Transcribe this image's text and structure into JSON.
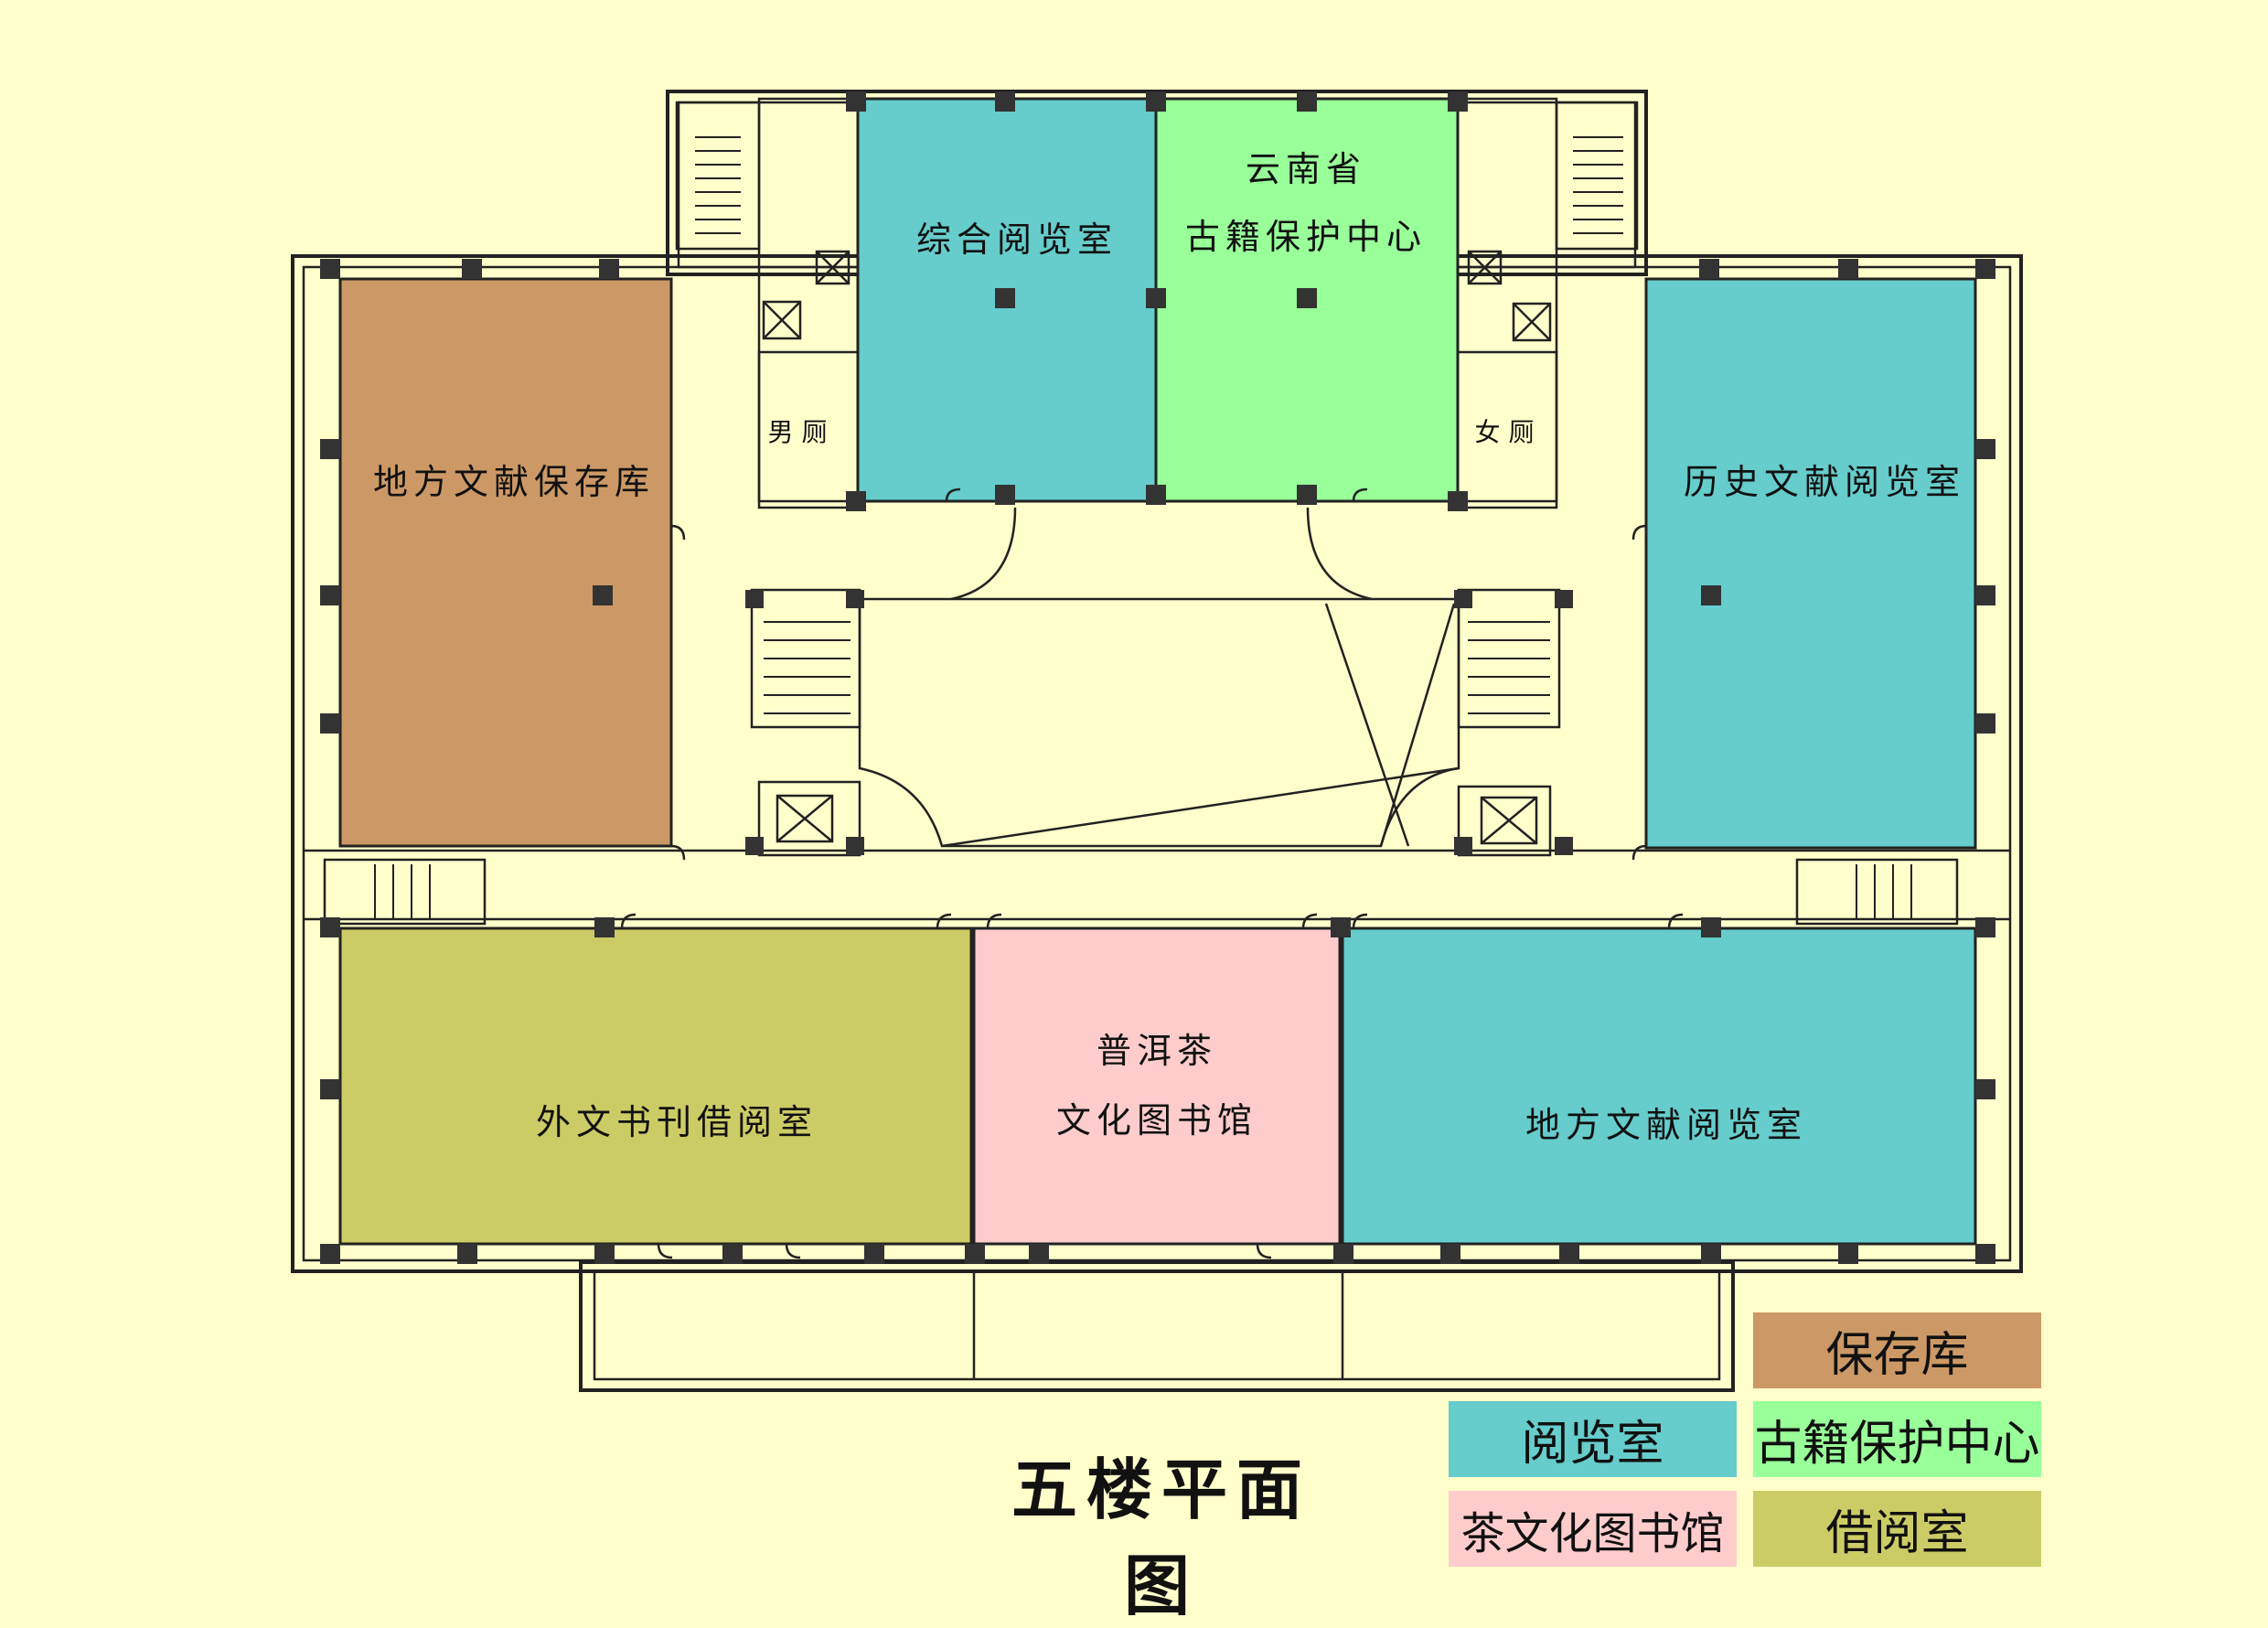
{
  "title": "五楼平面图",
  "colors": {
    "background": "#ffffcc",
    "storage": "#cc9966",
    "reading": "#66cccc",
    "ancient": "#99ff99",
    "tea": "#ffcccc",
    "lending": "#cccc66"
  },
  "rooms": {
    "general_reading": "综合阅览室",
    "ancient_line1": "云南省",
    "ancient_line2": "古籍保护中心",
    "local_storage": "地方文献保存库",
    "history_reading": "历史文献阅览室",
    "foreign_lending": "外文书刊借阅室",
    "tea_line1": "普洱茶",
    "tea_line2": "文化图书馆",
    "local_reading": "地方文献阅览室",
    "men_toilet": "男 厕",
    "women_toilet": "女 厕"
  },
  "legend": {
    "storage": "保存库",
    "reading": "阅览室",
    "ancient": "古籍保护中心",
    "tea": "茶文化图书馆",
    "lending": "借阅室"
  }
}
